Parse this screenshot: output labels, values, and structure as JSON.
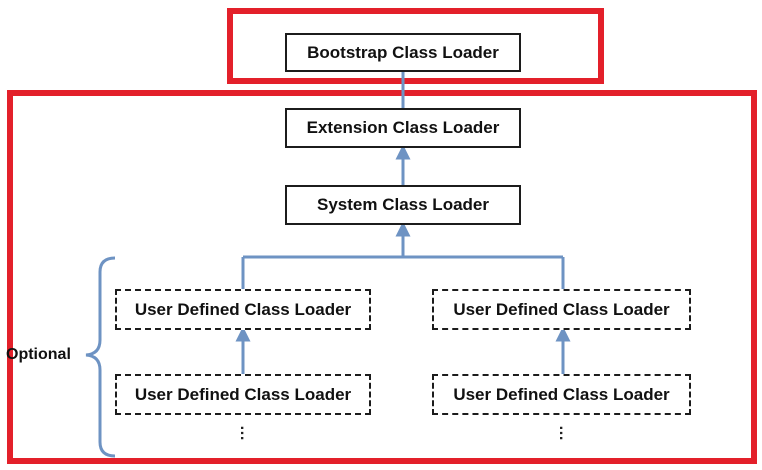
{
  "nodes": {
    "bootstrap": "Bootstrap Class Loader",
    "extension": "Extension Class Loader",
    "system": "System Class Loader",
    "user_left_1": "User Defined Class Loader",
    "user_right_1": "User Defined Class Loader",
    "user_left_2": "User Defined Class Loader",
    "user_right_2": "User Defined Class Loader"
  },
  "optional_label": "Optional",
  "ellipsis": "…",
  "colors": {
    "highlight": "#e3202a",
    "connector": "#6e93c3",
    "node_border": "#1c1c1c"
  }
}
